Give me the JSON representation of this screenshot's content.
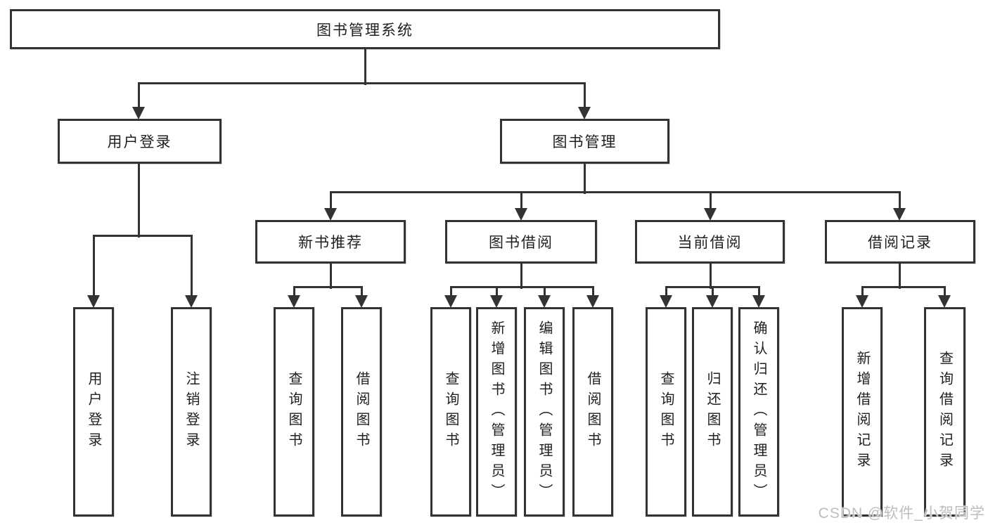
{
  "colors": {
    "line": "#333333",
    "text": "#1f1f1f",
    "background": "#ffffff",
    "watermark": "#bdbdbd"
  },
  "tree": {
    "label": "图书管理系统",
    "children": [
      {
        "label": "用户登录",
        "children": [
          {
            "label": "用户登录"
          },
          {
            "label": "注销登录"
          }
        ]
      },
      {
        "label": "图书管理",
        "children": [
          {
            "label": "新书推荐",
            "children": [
              {
                "label": "查询图书"
              },
              {
                "label": "借阅图书"
              }
            ]
          },
          {
            "label": "图书借阅",
            "children": [
              {
                "label": "查询图书"
              },
              {
                "label": "新增图书（管理员）"
              },
              {
                "label": "编辑图书（管理员）"
              },
              {
                "label": "借阅图书"
              }
            ]
          },
          {
            "label": "当前借阅",
            "children": [
              {
                "label": "查询图书"
              },
              {
                "label": "归还图书"
              },
              {
                "label": "确认归还（管理员）"
              }
            ]
          },
          {
            "label": "借阅记录",
            "children": [
              {
                "label": "新增借阅记录"
              },
              {
                "label": "查询借阅记录"
              }
            ]
          }
        ]
      }
    ]
  },
  "watermark": {
    "text": "CSDN @软件_小贺同学"
  }
}
